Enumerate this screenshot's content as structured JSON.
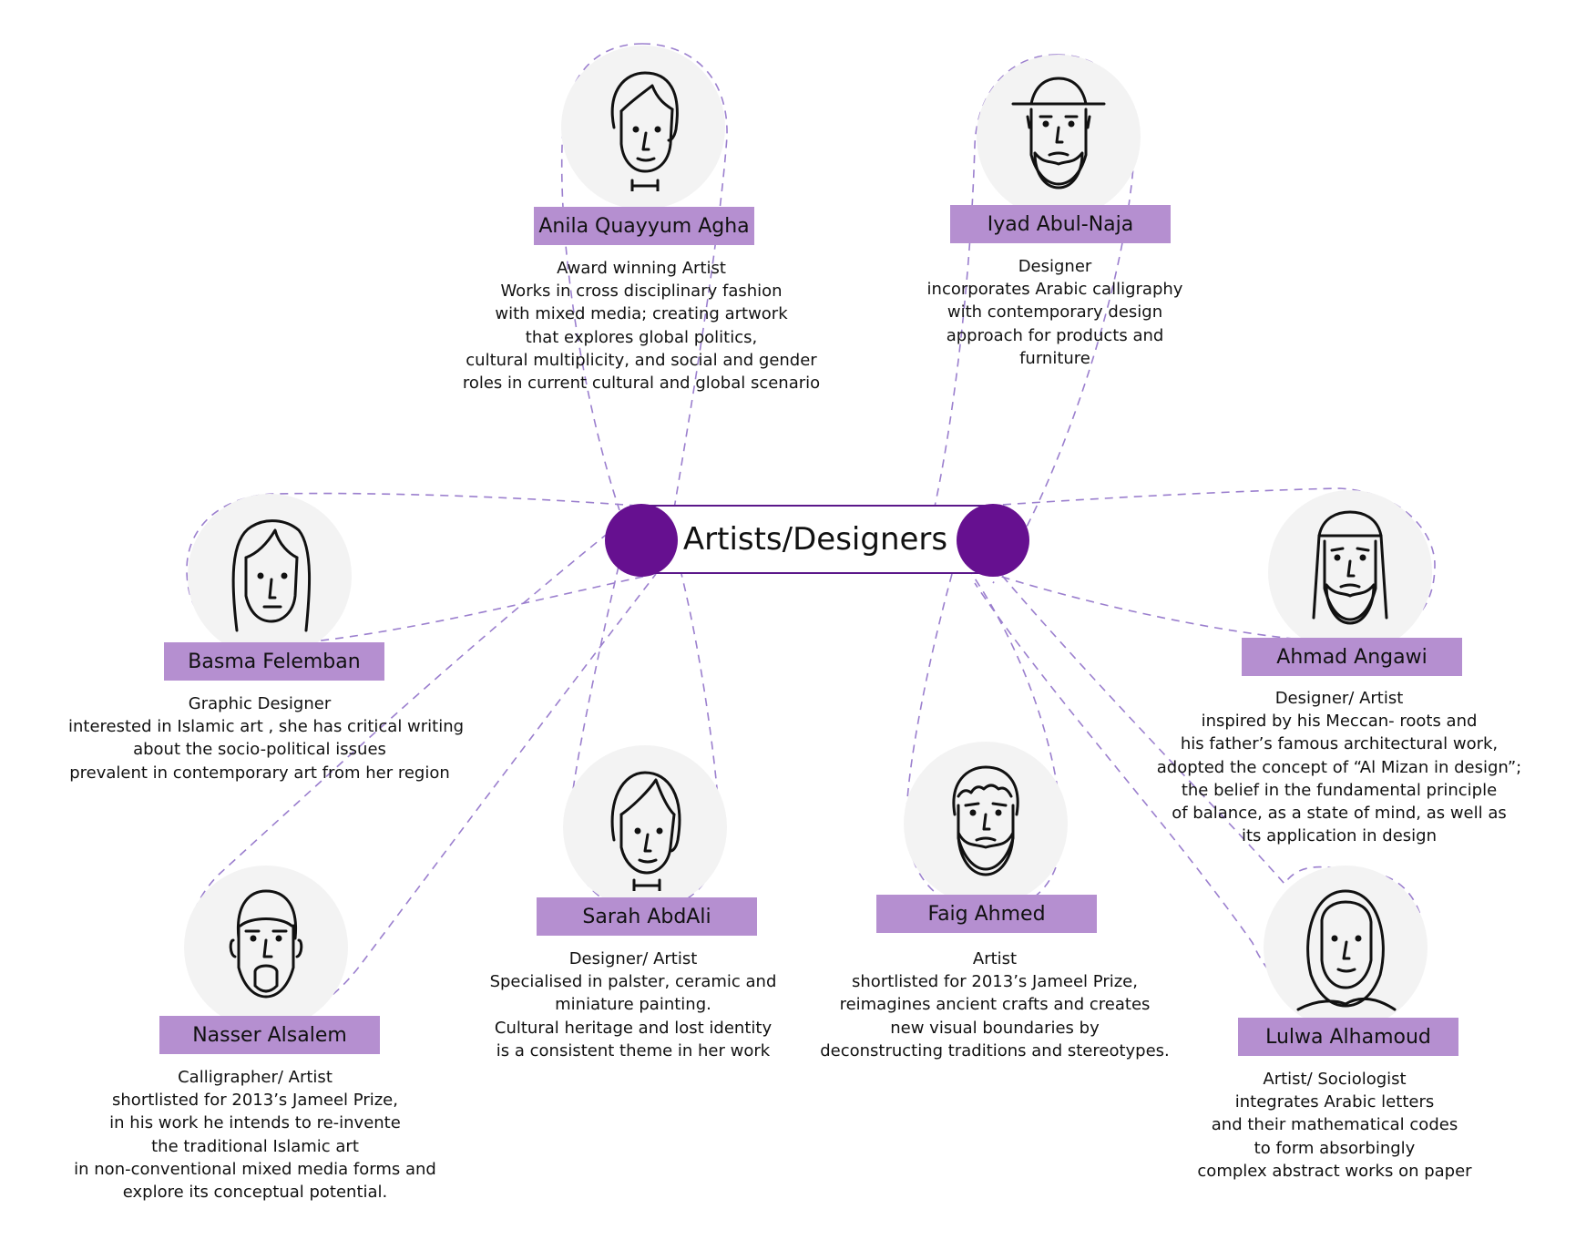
{
  "title": "Artists/Designers",
  "colors": {
    "accent": "#661090",
    "name_tag": "#b58fd0",
    "connector": "#9b7fce",
    "portrait_bg": "#f3f3f3"
  },
  "people": [
    {
      "id": "anila",
      "name": "Anila Quayyum Agha",
      "icon": "woman-short-hair-icon",
      "description": [
        "Award winning Artist",
        "Works in cross disciplinary fashion",
        "with mixed media; creating artwork",
        "that explores global politics,",
        "cultural multiplicity, and social and gender",
        "roles in current cultural and global scenario"
      ]
    },
    {
      "id": "iyad",
      "name": "Iyad Abul-Naja",
      "icon": "man-hat-beard-icon",
      "description": [
        "Designer",
        "incorporates Arabic calligraphy",
        "with contemporary design",
        "approach for products and",
        "furniture"
      ]
    },
    {
      "id": "basma",
      "name": "Basma Felemban",
      "icon": "woman-long-hair-icon",
      "description": [
        "Graphic Designer",
        "interested in Islamic art , she has critical writing",
        "about the socio-political issues",
        "prevalent in contemporary art from her region"
      ]
    },
    {
      "id": "ahmad",
      "name": "Ahmad Angawi",
      "icon": "man-headwear-beard-icon",
      "description": [
        "Designer/ Artist",
        "inspired by his Meccan- roots and",
        "his father’s famous architectural work,",
        "adopted the concept of “Al Mizan in design”;",
        "the belief in the fundamental principle",
        "of balance, as a state of mind, as well as",
        "its application in  design"
      ]
    },
    {
      "id": "sarah",
      "name": "Sarah AbdAli",
      "icon": "woman-bob-hair-icon",
      "description": [
        "Designer/ Artist",
        "Specialised in palster, ceramic and",
        "miniature painting.",
        "Cultural heritage and lost identity",
        "is a consistent theme in her work"
      ]
    },
    {
      "id": "faig",
      "name": "Faig Ahmed",
      "icon": "man-curly-beard-icon",
      "description": [
        "Artist",
        "shortlisted for 2013’s Jameel Prize,",
        "reimagines ancient crafts and creates",
        "new visual boundaries by",
        "deconstructing traditions and stereotypes."
      ]
    },
    {
      "id": "nasser",
      "name": "Nasser Alsalem",
      "icon": "man-goatee-icon",
      "description": [
        "Calligrapher/ Artist",
        "shortlisted for 2013’s Jameel Prize,",
        "in his work he intends to re-invente",
        "the traditional Islamic art",
        "in non-conventional mixed media forms and",
        "explore its conceptual potential."
      ]
    },
    {
      "id": "lulwa",
      "name": "Lulwa Alhamoud",
      "icon": "woman-headscarf-icon",
      "description": [
        "Artist/ Sociologist",
        "integrates Arabic letters",
        "and their mathematical codes",
        "to form absorbingly",
        "complex abstract works on paper"
      ]
    }
  ]
}
